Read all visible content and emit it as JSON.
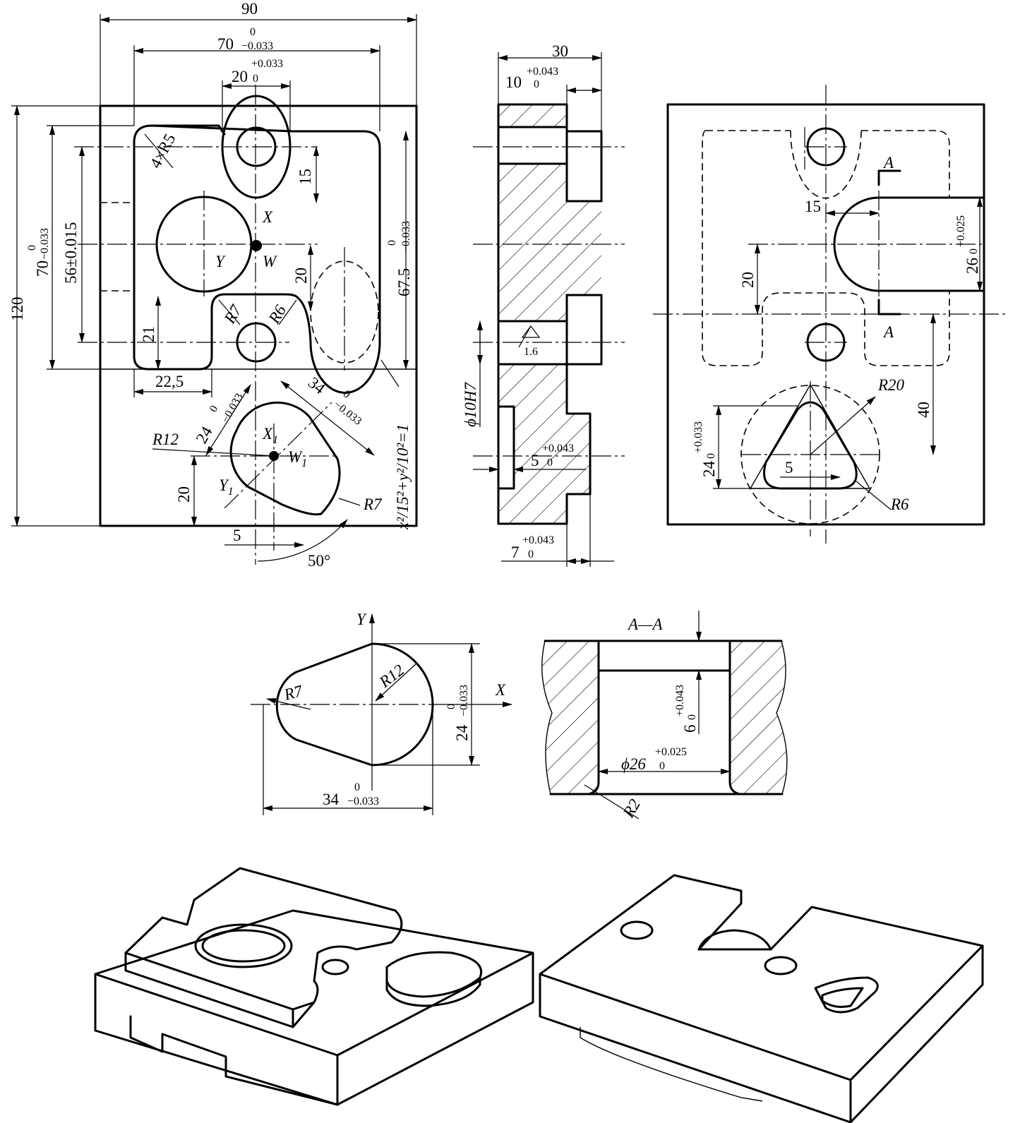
{
  "top_view": {
    "overall_width": "90",
    "overall_height": "120",
    "pocket_width_main": "70",
    "pocket_width_tol_upper": "0",
    "pocket_width_tol_lower": "−0.033",
    "slot_width_main": "20",
    "slot_width_tol_upper": "+0.033",
    "slot_width_tol_lower": "0",
    "corner_radius": "4×R5",
    "left_height_main": "70",
    "left_height_tol_upper": "0",
    "left_height_tol_lower": "−0.033",
    "hole_spacing": "56±0.015",
    "slot_offset": "15",
    "right_height_main": "67.5",
    "right_height_tol_upper": "0",
    "right_height_tol_lower": "−0.033",
    "bore_offset": "20",
    "axis_x": "X",
    "axis_y": "Y",
    "origin": "W",
    "radius_r7": "R7",
    "radius_r6": "R6",
    "step_height": "21",
    "step_width": "22,5",
    "ellipse_eq": "x²/15²+y²/10²=1",
    "boss_width_main": "24",
    "boss_width_tol_upper": "0",
    "boss_width_tol_lower": "−0.033",
    "boss_length_main": "34",
    "boss_length_tol_upper": "0",
    "boss_length_tol_lower": "−0.033",
    "boss_r12": "R12",
    "boss_r7": "R7",
    "boss_axis_x": "X",
    "boss_axis_x_sub": "1",
    "boss_axis_y": "Y",
    "boss_axis_y_sub": "1",
    "boss_origin": "W",
    "boss_origin_sub": "1",
    "boss_height": "20",
    "boss_offset": "5",
    "boss_angle": "50°"
  },
  "section_view": {
    "overall_thickness": "30",
    "step_main": "10",
    "step_tol_upper": "+0.043",
    "step_tol_lower": "0",
    "roughness": "1.6",
    "hole_diameter": "ϕ10H7",
    "recess_main": "5",
    "recess_tol_upper": "+0.043",
    "recess_tol_lower": "0",
    "bottom_step_main": "7",
    "bottom_step_tol_upper": "+0.043",
    "bottom_step_tol_lower": "0"
  },
  "bottom_view": {
    "bore_offset": "15",
    "slot_height_main": "26",
    "slot_height_tol_upper": "+0.025",
    "slot_height_tol_lower": "0",
    "center_offset": "20",
    "section_mark": "A",
    "circle_radius": "R20",
    "distance_40": "40",
    "tri_height_main": "24",
    "tri_height_tol_upper": "+0.033",
    "tri_height_tol_lower": "0",
    "tri_offset": "5",
    "tri_radius": "R6"
  },
  "detail_view": {
    "axis_y": "Y",
    "axis_x": "X",
    "radius_r7": "R7",
    "radius_r12": "R12",
    "height_main": "24",
    "height_tol_upper": "0",
    "height_tol_lower": "−0.033",
    "length_main": "34",
    "length_tol_upper": "0",
    "length_tol_lower": "−0.033"
  },
  "section_aa": {
    "title": "A—A",
    "depth_main": "6",
    "depth_tol_upper": "+0.043",
    "depth_tol_lower": "0",
    "diameter_main": "ϕ26",
    "diameter_tol_upper": "+0.025",
    "diameter_tol_lower": "0",
    "fillet_radius": "R2"
  }
}
